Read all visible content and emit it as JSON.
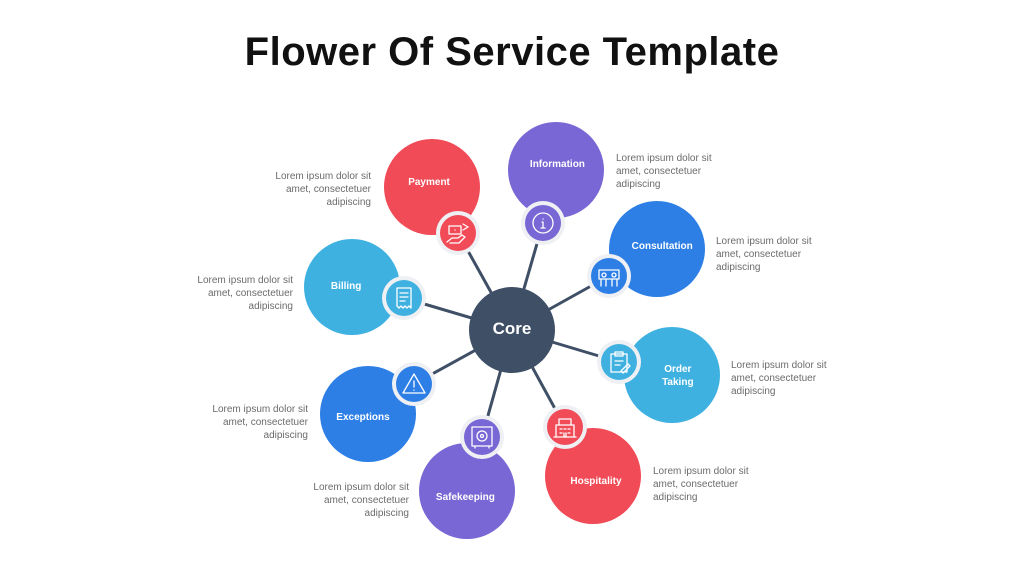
{
  "title": "Flower Of Service Template",
  "colors": {
    "core": "#3f4f66",
    "stem": "#3f4f66",
    "red": "#f04b57",
    "purple": "#7867d4",
    "blue": "#2d7fe6",
    "cyan": "#3fb1e0",
    "icon_stroke": "#ffffff"
  },
  "core": {
    "label": "Core"
  },
  "petals": [
    {
      "label": "Payment",
      "icon": "payment-hand-icon",
      "color": "red",
      "desc": [
        "Lorem ipsum dolor sit",
        "amet, consectetuer",
        "adipiscing"
      ]
    },
    {
      "label": "Information",
      "icon": "info-icon",
      "color": "purple",
      "desc": [
        "Lorem ipsum dolor sit",
        "amet, consectetuer",
        "adipiscing"
      ]
    },
    {
      "label": "Consultation",
      "icon": "meeting-icon",
      "color": "blue",
      "desc": [
        "Lorem ipsum dolor sit",
        "amet, consectetuer",
        "adipiscing"
      ]
    },
    {
      "label": "Order Taking",
      "icon": "clipboard-icon",
      "color": "cyan",
      "desc": [
        "Lorem ipsum dolor sit",
        "amet, consectetuer",
        "adipiscing"
      ]
    },
    {
      "label": "Hospitality",
      "icon": "hotel-icon",
      "color": "red",
      "desc": [
        "Lorem ipsum dolor sit",
        "amet, consectetuer",
        "adipiscing"
      ]
    },
    {
      "label": "Safekeeping",
      "icon": "safe-icon",
      "color": "purple",
      "desc": [
        "Lorem ipsum dolor sit",
        "amet, consectetuer",
        "adipiscing"
      ]
    },
    {
      "label": "Exceptions",
      "icon": "warning-icon",
      "color": "blue",
      "desc": [
        "Lorem ipsum dolor sit",
        "amet, consectetuer",
        "adipiscing"
      ]
    },
    {
      "label": "Billing",
      "icon": "receipt-icon",
      "color": "cyan",
      "desc": [
        "Lorem ipsum dolor sit",
        "amet, consectetuer",
        "adipiscing"
      ]
    }
  ]
}
